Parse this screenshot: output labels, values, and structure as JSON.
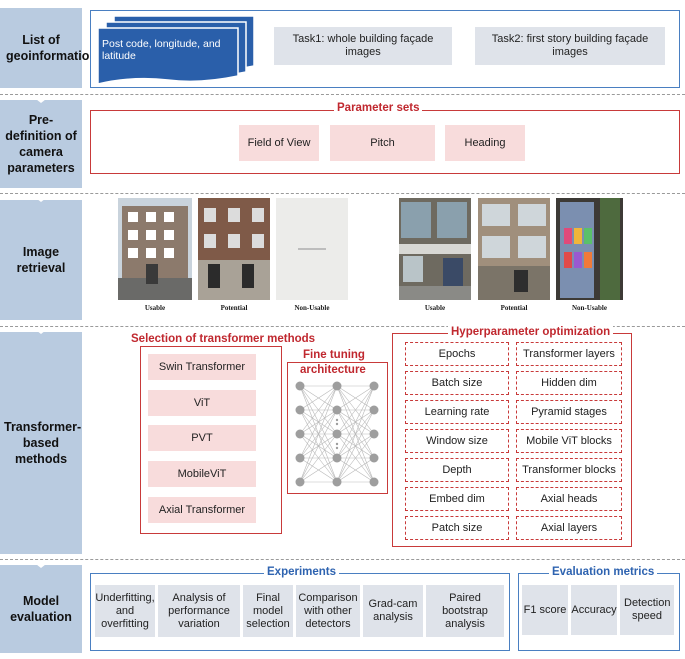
{
  "stages": [
    "List of geoinformation",
    "Pre-definition of camera parameters",
    "Image retrieval",
    "Transformer-based methods",
    "Model evaluation"
  ],
  "geo": {
    "postcode": "Post code, longitude, and latitude",
    "task1": "Task1: whole building façade images",
    "task2": "Task2: first story building façade images"
  },
  "camera": {
    "title": "Parameter sets",
    "items": [
      "Field of View",
      "Pitch",
      "Heading"
    ]
  },
  "retrieval": {
    "captions_task1": [
      "Usable",
      "Potential",
      "Non-Usable"
    ],
    "captions_task2": [
      "Usable",
      "Potential",
      "Non-Usable"
    ]
  },
  "transformer": {
    "selection_title": "Selection of transformer methods",
    "methods": [
      "Swin Transformer",
      "ViT",
      "PVT",
      "MobileViT",
      "Axial Transformer"
    ],
    "finetune_title_1": "Fine tuning",
    "finetune_title_2": "architecture",
    "hyper_title": "Hyperparameter optimization",
    "hyper_left": [
      "Epochs",
      "Batch size",
      "Learning rate",
      "Window size",
      "Depth",
      "Embed dim",
      "Patch size"
    ],
    "hyper_right": [
      "Transformer layers",
      "Hidden dim",
      "Pyramid stages",
      "Mobile ViT blocks",
      "Transformer blocks",
      "Axial heads",
      "Axial layers"
    ]
  },
  "evaluation": {
    "experiments_title": "Experiments",
    "experiments": [
      "Underfitting, and overfitting",
      "Analysis of performance variation",
      "Final model selection",
      "Comparison with other detectors",
      "Grad-cam analysis",
      "Paired bootstrap analysis"
    ],
    "metrics_title": "Evaluation metrics",
    "metrics": [
      "F1 score",
      "Accuracy",
      "Detection speed"
    ]
  },
  "colors": {
    "stage_bg": "#b9cbe0",
    "accent_blue": "#2e63b0",
    "accent_red": "#c0282f",
    "pink": "#f8dcdc",
    "gray": "#dfe3ea"
  }
}
